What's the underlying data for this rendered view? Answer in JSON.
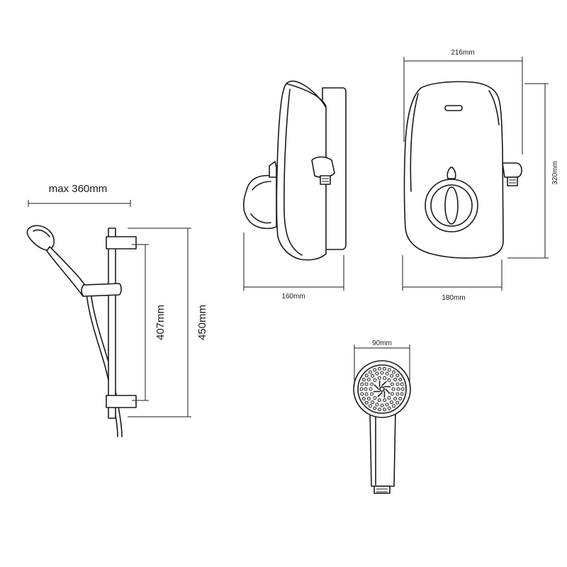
{
  "dimensions": {
    "rail_reach": "max 360mm",
    "rail_fixing_centres": "407mm",
    "rail_height": "450mm",
    "unit_depth": "160mm",
    "unit_width_top": "216mm",
    "unit_width_bottom": "180mm",
    "unit_height": "320mm",
    "handset_diameter": "90mm"
  }
}
